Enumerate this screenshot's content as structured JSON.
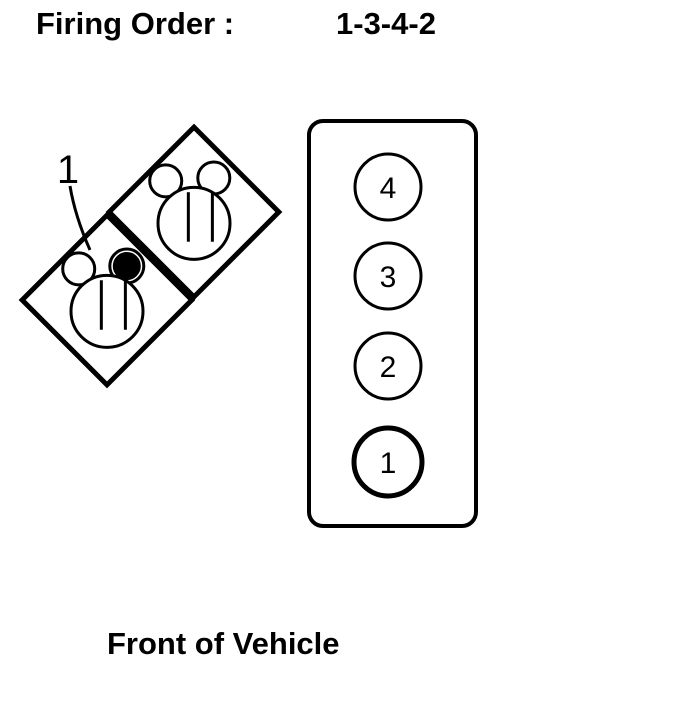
{
  "header": {
    "label": "Firing Order :",
    "order": "1-3-4-2"
  },
  "distributor": {
    "pointer_label": "1"
  },
  "engine": {
    "cylinders": [
      "4",
      "3",
      "2",
      "1"
    ]
  },
  "footer": {
    "label": "Front of Vehicle"
  },
  "colors": {
    "stroke": "#000000",
    "background": "#ffffff"
  }
}
